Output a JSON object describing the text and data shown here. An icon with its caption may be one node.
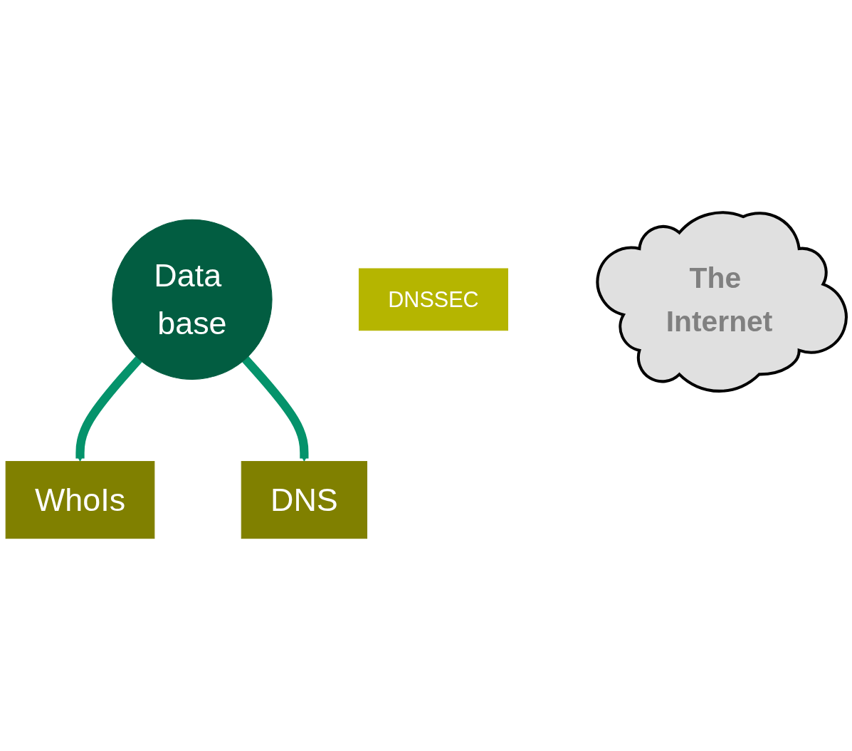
{
  "diagram": {
    "nodes": [
      {
        "text": [
          "Data base"
        ]
      },
      {
        "text": [
          "WhoIs"
        ]
      },
      {
        "text": [
          "DNS"
        ]
      },
      {
        "text": [
          "DNSSEC"
        ]
      },
      {
        "text": [
          "The Internet"
        ]
      }
    ],
    "edges": [
      {
        "from": 0,
        "to": 1,
        "arrow": "to"
      },
      {
        "from": 0,
        "to": 2,
        "arrow": "to"
      }
    ]
  }
}
